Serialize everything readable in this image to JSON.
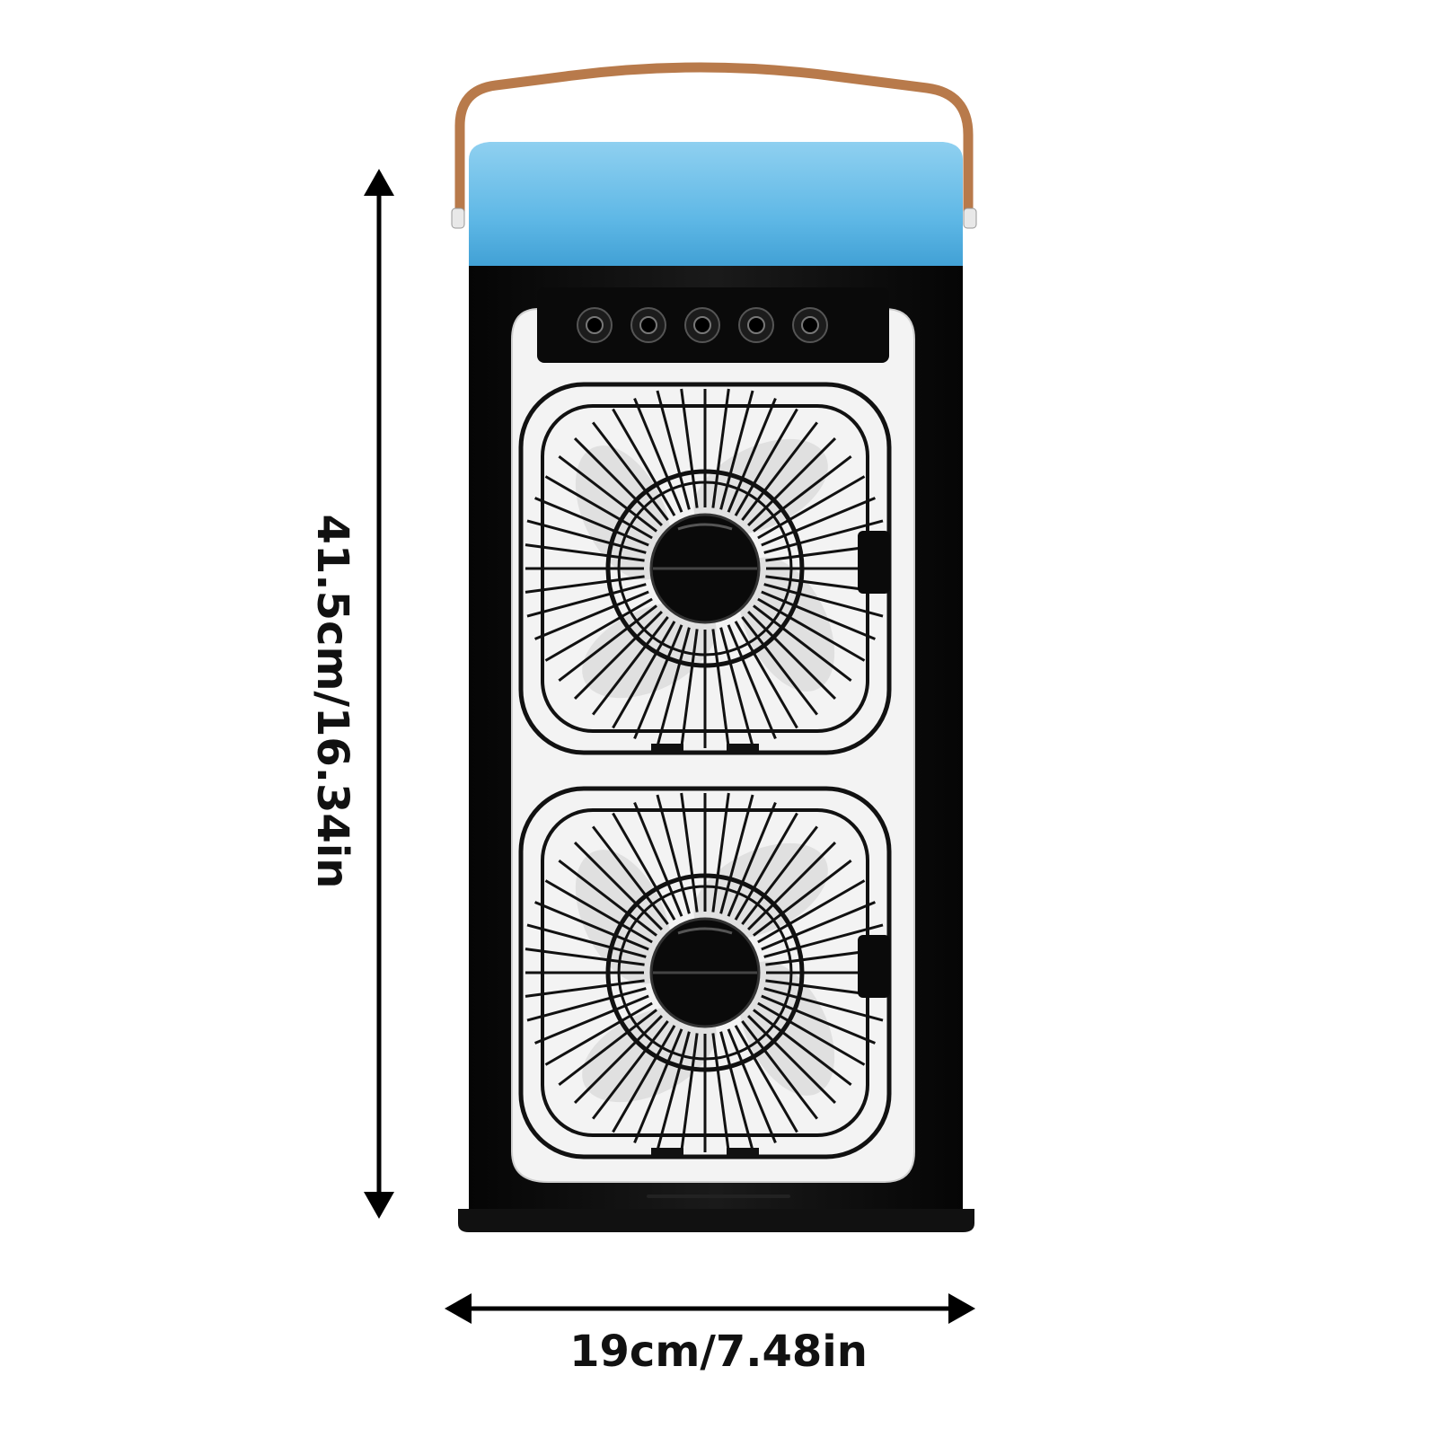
{
  "dimensions": {
    "height_label": "41.5cm/16.34in",
    "width_label": "19cm/7.48in"
  },
  "colors": {
    "body": "#0d0d0d",
    "top_panel": "#5fb8e6",
    "handle": "#b87a4b",
    "inner_frame": "#f2f2f2",
    "arrow": "#000000"
  },
  "product": {
    "nozzle_count": 5,
    "fan_count": 2
  }
}
